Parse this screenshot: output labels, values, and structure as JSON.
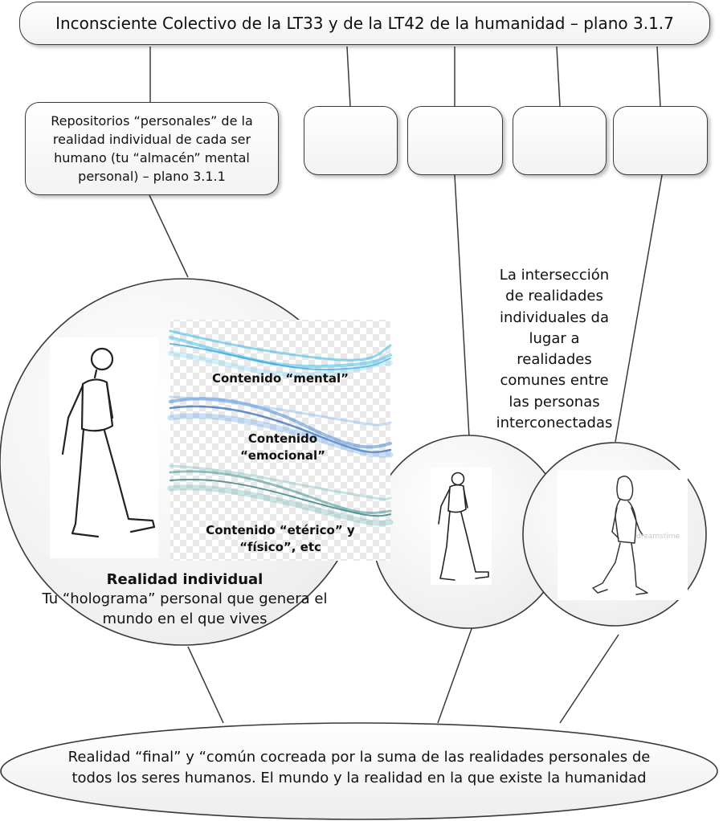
{
  "top_box": {
    "label": "Inconsciente Colectivo de la LT33 y de la LT42 de la humanidad – plano 3.1.7"
  },
  "repo_box": {
    "line1": "Repositorios “personales” de la",
    "line2": "realidad individual de cada ser",
    "line3": "humano (tu “almacén” mental",
    "line4": "personal) – plano 3.1.1"
  },
  "waves": {
    "mental": "Contenido “mental”",
    "emocional_1": "Contenido",
    "emocional_2": "“emocional”",
    "eterico_1": "Contenido “etérico” y",
    "eterico_2": "“físico”, etc"
  },
  "individual": {
    "title": "Realidad individual",
    "line1": "Tu “holograma” personal que genera el",
    "line2": "mundo en el que vives"
  },
  "intersection": {
    "lines": [
      "La intersección",
      "de realidades",
      "individuales da",
      "lugar a",
      "realidades",
      "comunes entre",
      "las personas",
      "interconectadas"
    ]
  },
  "bottom_ellipse": {
    "line1": "Realidad “final” y “común cocreada por la suma de las realidades personales de",
    "line2": "todos los seres humanos. El mundo y la realidad en la que existe la humanidad"
  },
  "colors": {
    "stroke": "#3a3a3a",
    "wave_mental": "#35b4e0",
    "wave_emocional": "#3a7fd0",
    "wave_eterico": "#3a9090"
  }
}
